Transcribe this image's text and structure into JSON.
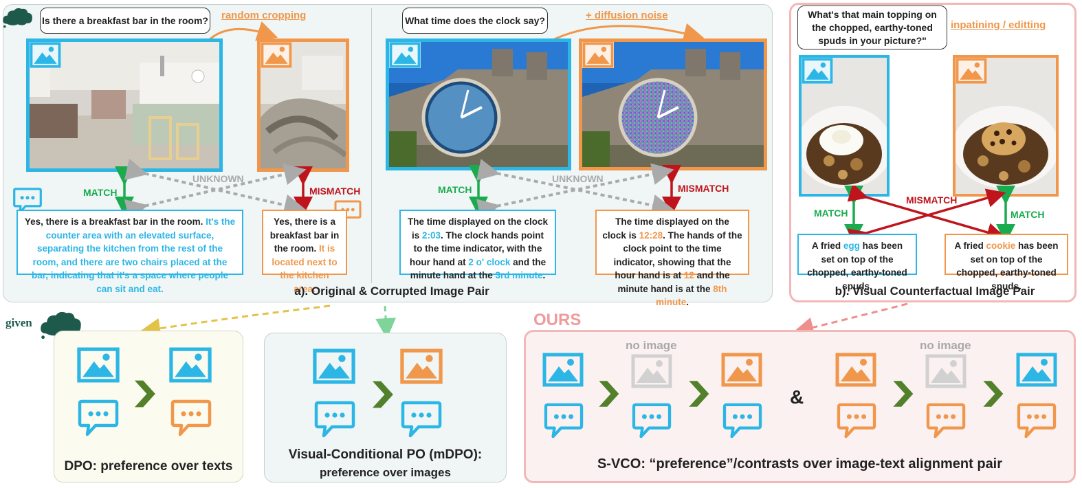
{
  "colors": {
    "blue": "#2cb6e6",
    "orange": "#f0974b",
    "green": "#1aab4f",
    "red": "#c0141c",
    "grey": "#a9a9a9",
    "panel_a_bg": "#eff6f5",
    "panel_b_border": "#f0b8b6",
    "ours_bg": "#fbf1f0",
    "dpo_bg": "#fcfbef",
    "mdpo_bg": "#eff6f5"
  },
  "panel_a": {
    "caption": "a). Original & Corrupted Image Pair",
    "left": {
      "question": "Is there a breakfast bar in the room?",
      "augmentation": "random cropping",
      "match": "MATCH",
      "unknown": "UNKNOWN",
      "mismatch": "MISMATCH",
      "text_orig": {
        "plain": "Yes, there is a breakfast bar in the room. ",
        "highlight": "It's the counter area with an elevated surface, separating the kitchen from the rest of the room, and there are two chairs placed at the bar, indicating that it's a space where people can sit and eat."
      },
      "text_corrupt": {
        "plain": "Yes, there is a breakfast bar in the room. ",
        "highlight": "It is located next to the kitchen area."
      }
    },
    "right": {
      "question": "What time does the clock say?",
      "augmentation": "+ diffusion noise",
      "match": "MATCH",
      "unknown": "UNKNOWN",
      "mismatch": "MISMATCH",
      "text_orig": {
        "p1": "The time displayed on the clock is ",
        "h1": "2:03",
        "p2": ". The clock hands point to the time indicator, with the hour hand at ",
        "h2": "2 o' clock",
        "p3": " and the minute hand at the ",
        "h3": "3rd minute",
        "p4": "."
      },
      "text_corrupt": {
        "p1": "The time displayed on the clock is ",
        "h1": "12:28",
        "p2": ". The hands of the clock point to the time indicator, showing that the hour hand is at ",
        "h2": "12",
        "p3": " and the minute hand is at the ",
        "h3": "8th minute",
        "p4": "."
      }
    }
  },
  "panel_b": {
    "caption": "b). Visual Counterfactual Image Pair",
    "question": "What's that main topping on the chopped, earthy-toned spuds in your picture?\"",
    "augmentation": "inpatining / editting",
    "match_left": "MATCH",
    "match_right": "MATCH",
    "mismatch": "MISMATCH",
    "text_left": {
      "p1": "A fried ",
      "h1": "egg",
      "p2": " has been set on top of the chopped, earthy-toned spuds."
    },
    "text_right": {
      "p1": "A fried ",
      "h1": "cookie",
      "p2": " has been set on top of the chopped, earthy-toned spuds."
    }
  },
  "bottom": {
    "given": "given",
    "ours": "OURS",
    "dpo": {
      "bold": "DPO",
      "rest": ": preference over texts"
    },
    "mdpo": {
      "line1": "Visual-Conditional PO (mDPO):",
      "line2": "preference over images"
    },
    "svco": {
      "bold": "S-VCO",
      "rest": ": “preference”/contrasts over image-text alignment pair"
    },
    "no_image_1": "no image",
    "no_image_2": "no image",
    "ampersand": "&"
  }
}
